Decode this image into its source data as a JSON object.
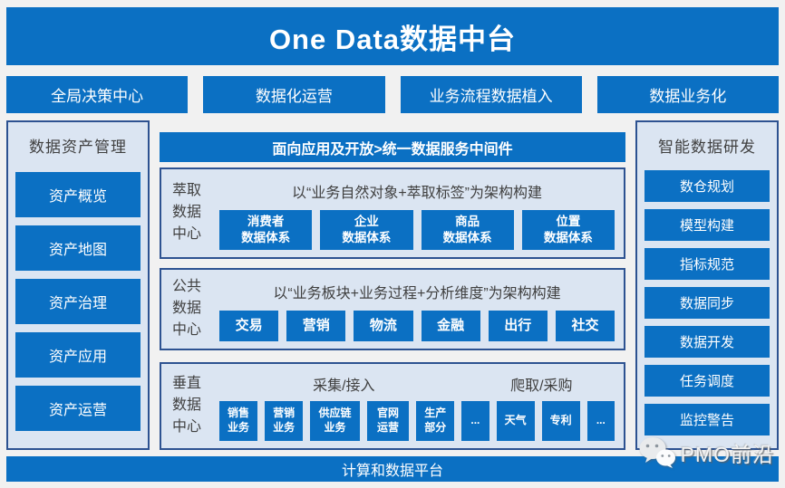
{
  "banner": {
    "title": "One Data数据中台"
  },
  "top_nav": {
    "buttons": [
      "全局决策中心",
      "数据化运营",
      "业务流程数据植入",
      "数据业务化"
    ]
  },
  "left_panel": {
    "title": "数据资产管理",
    "items": [
      "资产概览",
      "资产地图",
      "资产治理",
      "资产应用",
      "资产运营"
    ]
  },
  "middle": {
    "service_bar": "面向应用及开放>统一数据服务中间件",
    "extract_center": {
      "label": "萃取\n数据\n中心",
      "title": "以“业务自然对象+萃取标签”为架构构建",
      "buttons": [
        "消费者\n数据体系",
        "企业\n数据体系",
        "商品\n数据体系",
        "位置\n数据体系"
      ]
    },
    "common_center": {
      "label": "公共\n数据\n中心",
      "title": "以“业务板块+业务过程+分析维度”为架构构建",
      "buttons": [
        "交易",
        "营销",
        "物流",
        "金融",
        "出行",
        "社交"
      ]
    },
    "vertical_center": {
      "label": "垂直\n数据\n中心",
      "header_left": "采集/接入",
      "header_right": "爬取/采购",
      "buttons": [
        "销售\n业务",
        "营销\n业务",
        "供应链\n业务",
        "官网\n运营",
        "生产\n部分",
        "...",
        "天气",
        "专利",
        "..."
      ]
    }
  },
  "right_panel": {
    "title": "智能数据研发",
    "items": [
      "数仓规划",
      "模型构建",
      "指标规范",
      "数据同步",
      "数据开发",
      "任务调度",
      "监控警告"
    ]
  },
  "bottom_bar": {
    "title": "计算和数据平台"
  },
  "watermark": {
    "text": "PMO前沿",
    "icon": "wechat-icon"
  },
  "colors": {
    "primary_blue": "#0b70c3",
    "border_navy": "#2d5291",
    "panel_bg": "#dbe5f2",
    "page_bg": "#f1f1f1",
    "dark_text": "#404040"
  }
}
